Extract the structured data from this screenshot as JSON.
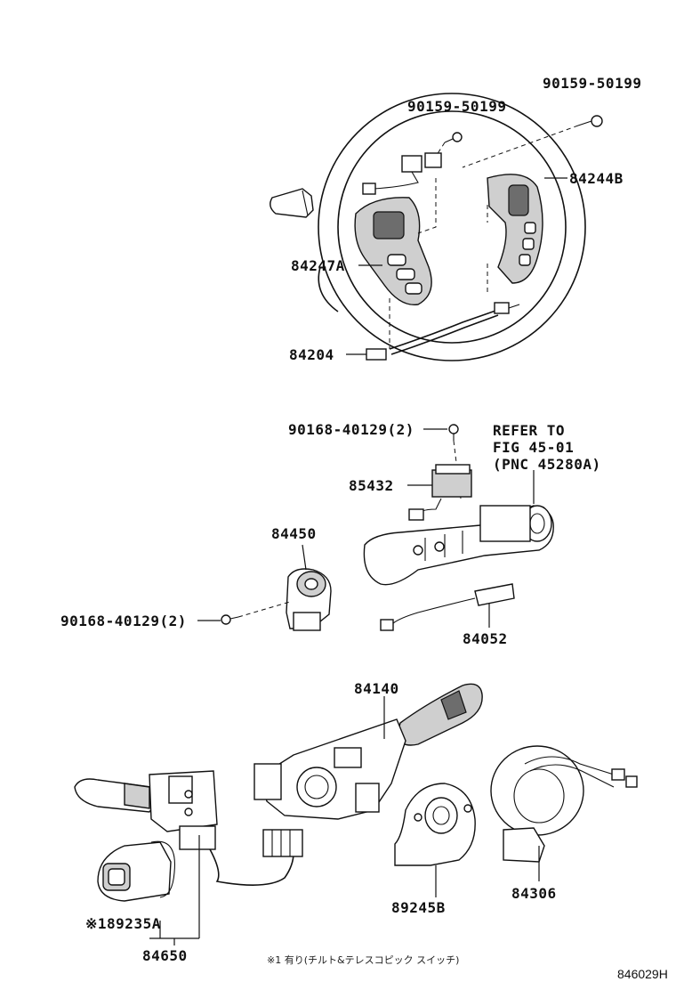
{
  "diagram": {
    "parts": {
      "p_90159_50199_top": "90159-50199",
      "p_90159_50199_mid": "90159-50199",
      "p_84244B": "84244B",
      "p_84247A": "84247A",
      "p_84204": "84204",
      "p_90168_40129_top": "90168-40129(2)",
      "refer_line1": "REFER TO",
      "refer_line2": "FIG 45-01",
      "refer_line3": "(PNC 45280A)",
      "p_85432": "85432",
      "p_84450": "84450",
      "p_90168_40129_left": "90168-40129(2)",
      "p_84052": "84052",
      "p_84140": "84140",
      "p_89245B": "89245B",
      "p_84306": "84306",
      "p_89235A": "※189235A",
      "p_84650": "84650"
    },
    "footnote": "※1 有り(チルト&テレスコピック スイッチ)",
    "figure_code": "846029H"
  }
}
